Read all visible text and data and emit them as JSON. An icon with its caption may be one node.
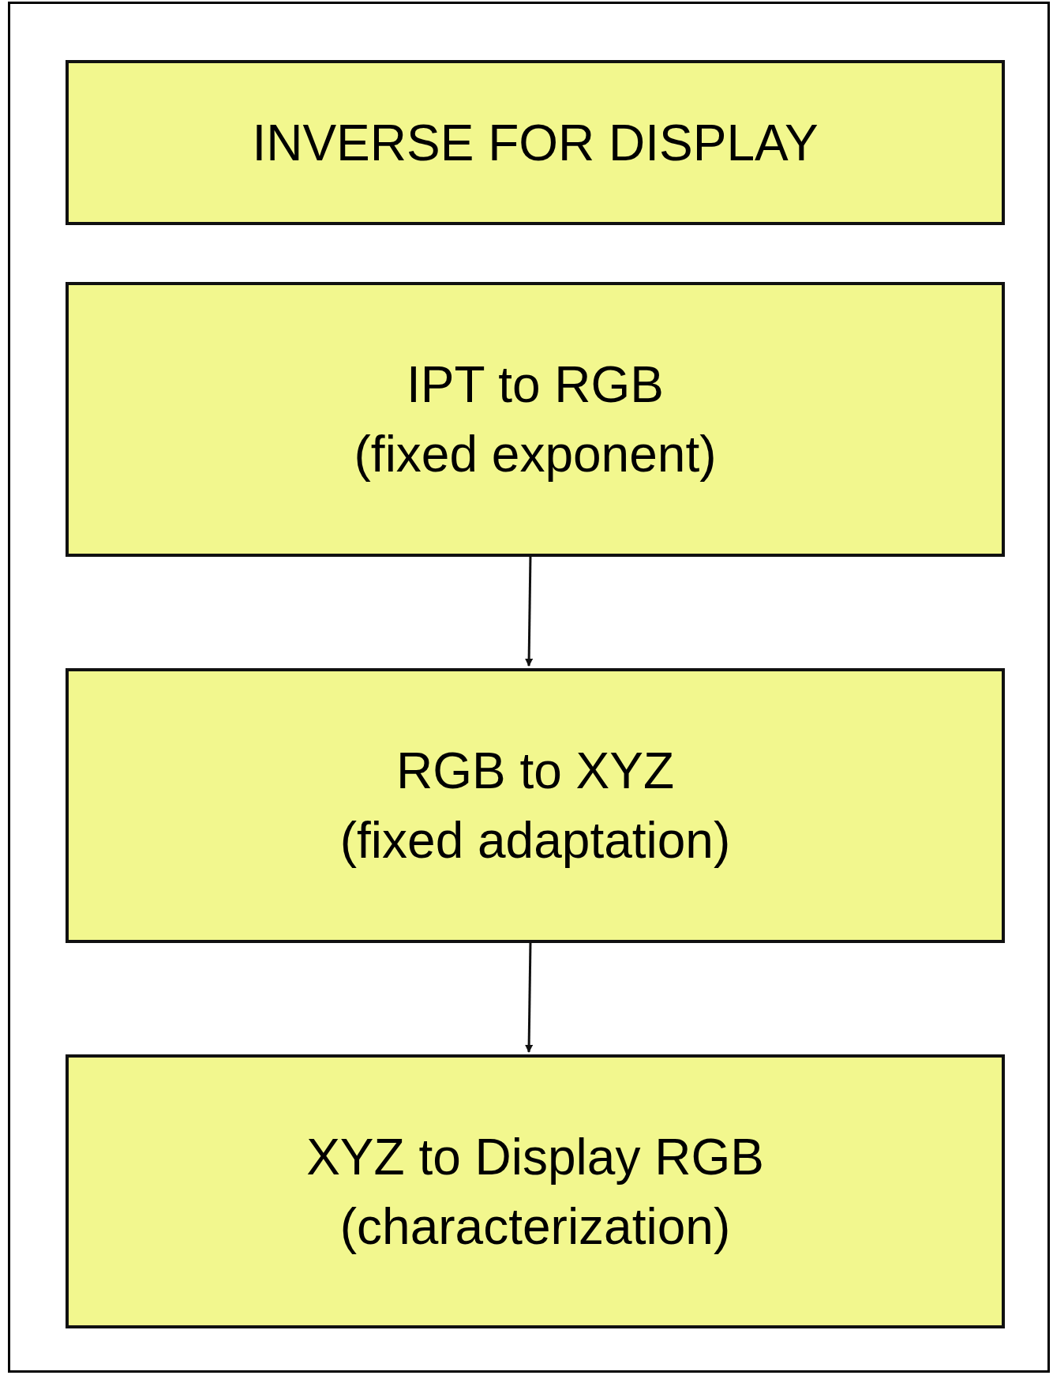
{
  "diagram": {
    "nodes": [
      {
        "text": [],
        "shape": "box"
      },
      {
        "text": [
          "INVERSE FOR DISPLAY"
        ],
        "in": 0
      },
      {
        "text": [
          "IPT to RGB",
          "(fixed exponent)"
        ],
        "in": 0
      },
      {
        "text": [
          "RGB to XYZ",
          "(fixed adaptation)"
        ],
        "in": 0
      },
      {
        "text": [
          "XYZ to Display RGB",
          "(characterization)"
        ],
        "in": 0
      }
    ],
    "edges": [
      {
        "from": 2,
        "to": 3,
        "arrow": "to"
      },
      {
        "from": 3,
        "to": 4,
        "arrow": "to"
      }
    ]
  }
}
